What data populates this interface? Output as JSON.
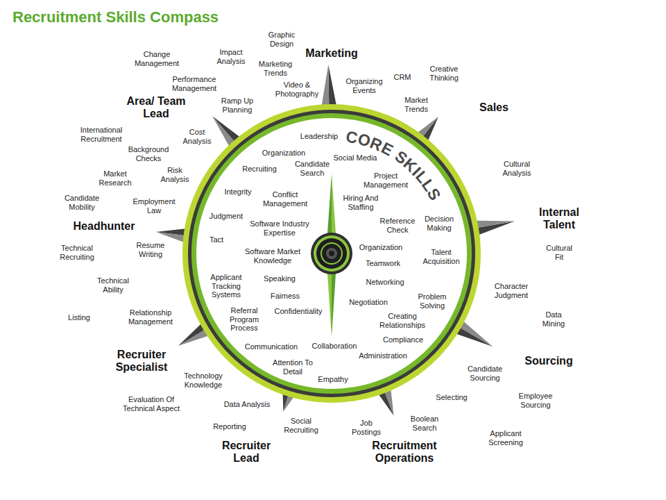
{
  "diagram": {
    "title": "Recruitment Skills Compass",
    "nodes": [
      {
        "text": [
          "CORE SKILLS",
          "Leadership",
          "Organization",
          "Social Media",
          "Candidate Search",
          "Recruiting",
          "Project Management",
          "Integrity",
          "Conflict Management",
          "Hiring And Staffing",
          "Judgment",
          "Decision Making",
          "Reference Check",
          "Software Industry Expertise",
          "Tact",
          "Organization",
          "Talent Acquisition",
          "Software Market Knowledge",
          "Teamwork",
          "Speaking",
          "Networking",
          "Applicant Tracking Systems",
          "Fairness",
          "Problem Solving",
          "Negotiation",
          "Confidentiality",
          "Referral Program Process",
          "Creating Relationships",
          "Compliance",
          "Communication",
          "Collaboration",
          "Administration",
          "Attention To Detail",
          "Empathy"
        ]
      }
    ],
    "labels": [
      "Graphic Design",
      "Marketing",
      "Change Management",
      "Impact Analysis",
      "Marketing Trends",
      "Creative Thinking",
      "CRM",
      "Performance Management",
      "Organizing Events",
      "Video & Photography",
      "Area/ Team Lead",
      "Sales",
      "Market Trends",
      "Ramp Up Planning",
      "International Recruitment",
      "Cost Analysis",
      "Background Checks",
      "Cultural Analysis",
      "Market Research",
      "Risk Analysis",
      "Candidate Mobility",
      "Employment Law",
      "Internal Talent",
      "Headhunter",
      "Resume Writing",
      "Technical Recruiting",
      "Cultural Fit",
      "Technical Ability",
      "Character Judgment",
      "Listing",
      "Relationship Management",
      "Data Mining",
      "Recruiter Specialist",
      "Sourcing",
      "Candidate Sourcing",
      "Technology Knowledge",
      "Selecting",
      "Employee Sourcing",
      "Evaluation Of Technical Aspect",
      "Data Analysis",
      "Boolean Search",
      "Reporting",
      "Social Recruiting",
      "Job Postings",
      "Applicant Screening",
      "Recruiter Lead",
      "Recruitment Operations"
    ]
  }
}
